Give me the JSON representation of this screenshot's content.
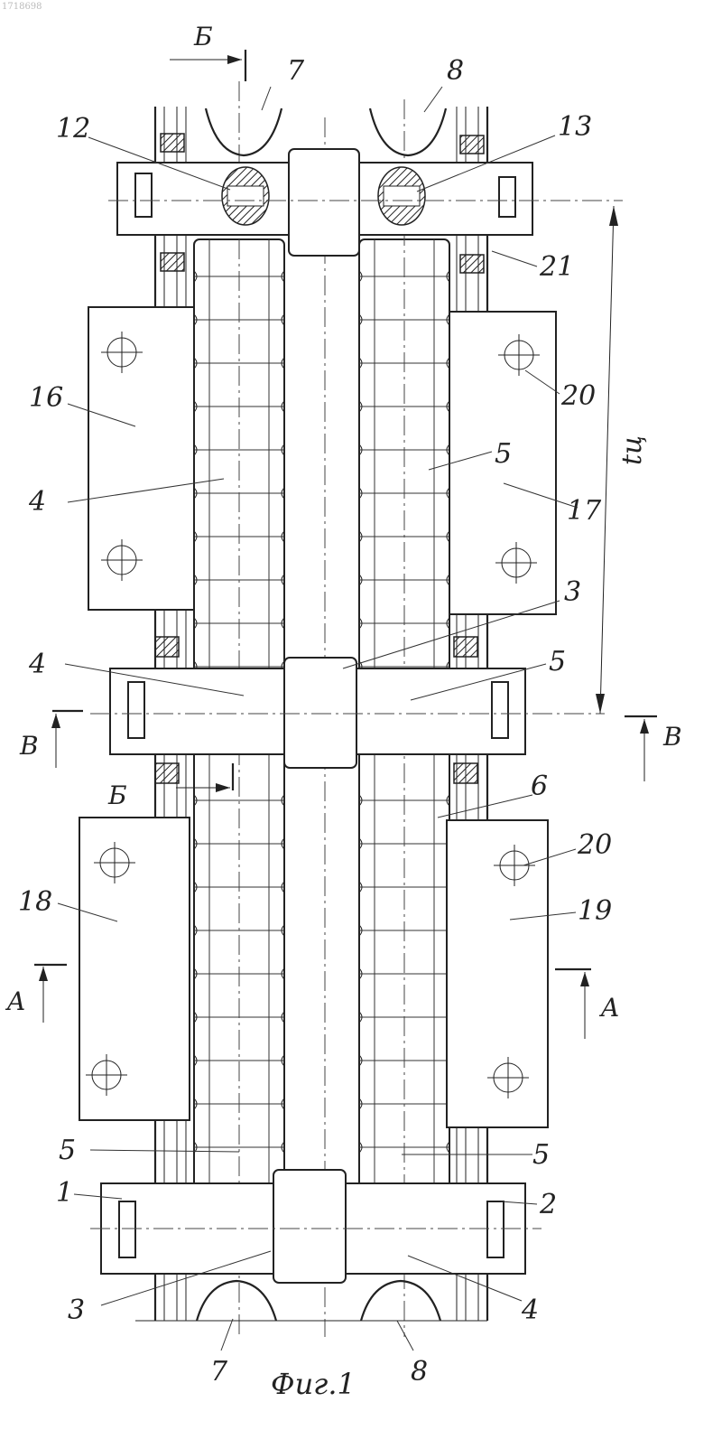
{
  "doc_number": "1718698",
  "figure_caption": "Фиг.1",
  "pitch_label": "tц",
  "section_labels": {
    "A": "A",
    "B": "В",
    "Be": "Б"
  },
  "callouts": {
    "c1": "1",
    "c2": "2",
    "c3_top": "3",
    "c3_bottom": "3",
    "c4_upper": "4",
    "c4_mid": "4",
    "c4_bottom": "4",
    "c5_upper": "5",
    "c5_mid": "5",
    "c5_bl": "5",
    "c5_br": "5",
    "c6": "6",
    "c7_top": "7",
    "c7_bottom": "7",
    "c8_top": "8",
    "c8_bottom": "8",
    "c12": "12",
    "c13": "13",
    "c16": "16",
    "c17": "17",
    "c18": "18",
    "c19": "19",
    "c20_top": "20",
    "c20_bottom": "20",
    "c21": "21"
  }
}
